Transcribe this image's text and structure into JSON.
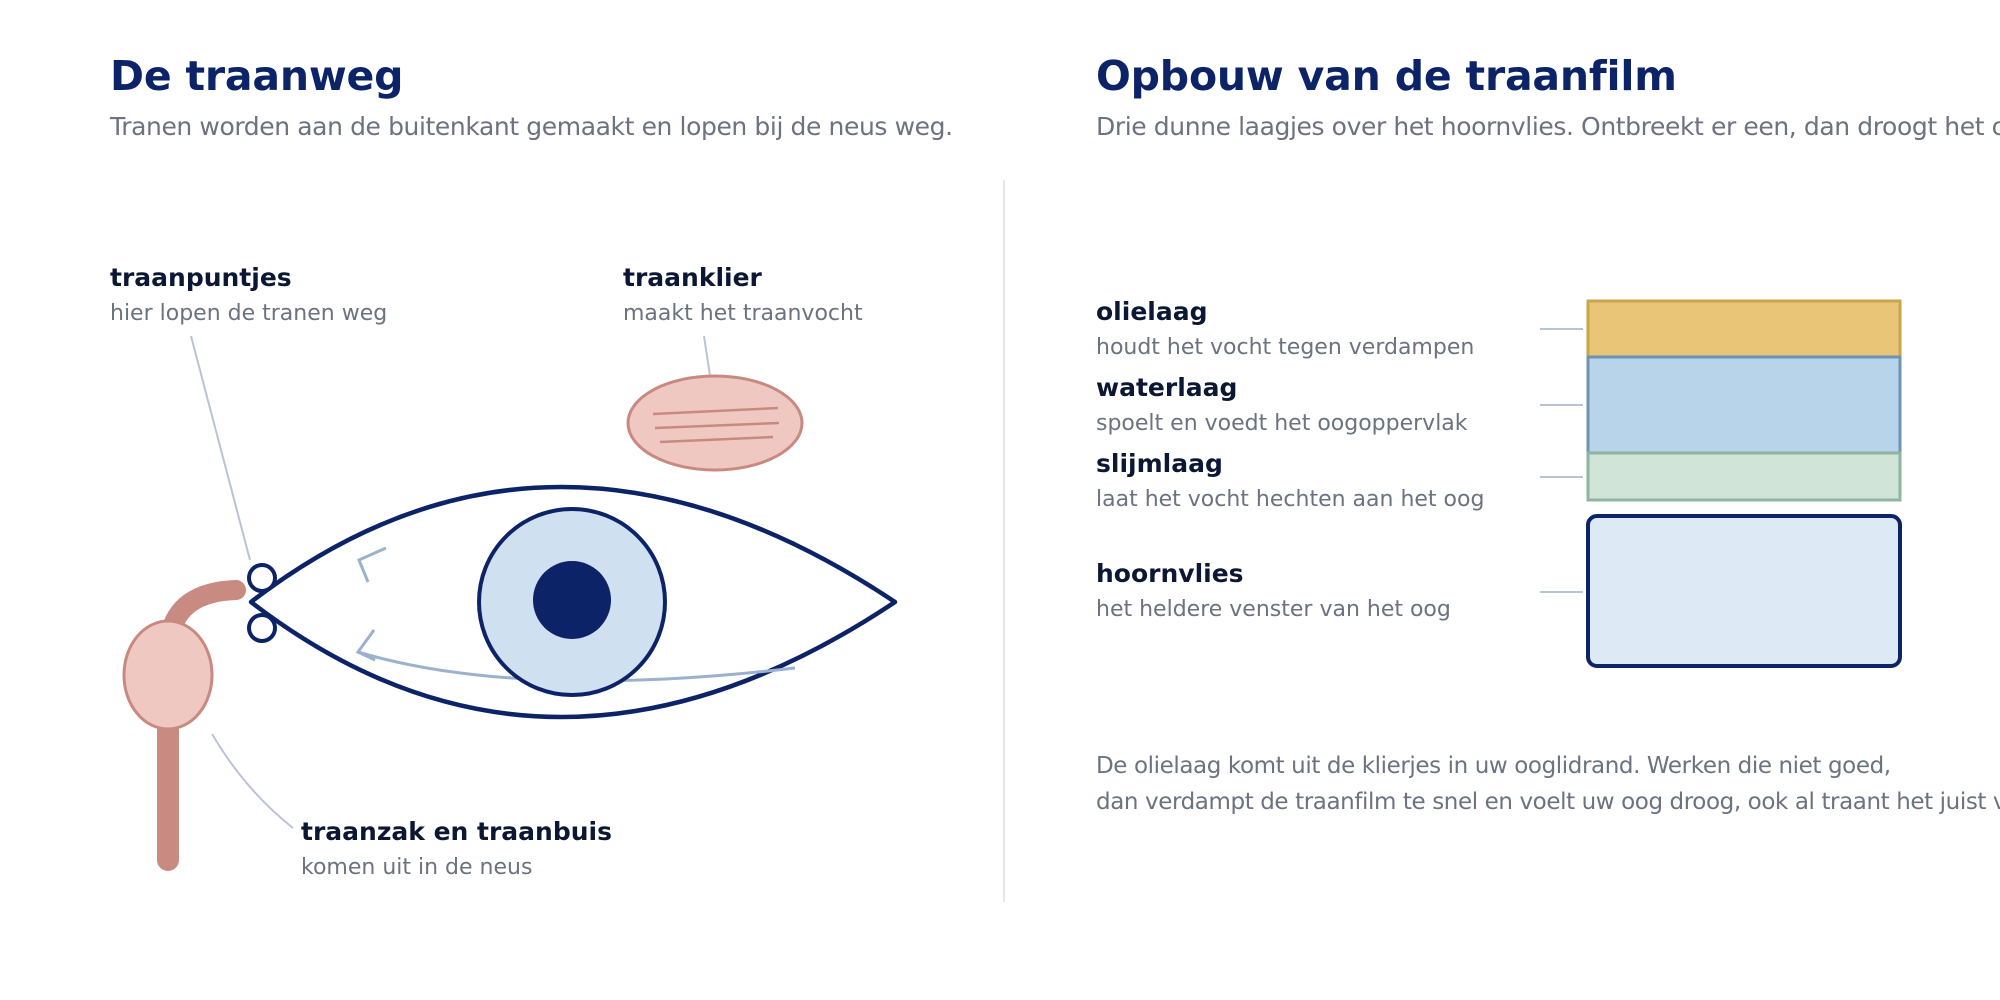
{
  "left": {
    "title": "De traanweg",
    "subtitle": "Tranen worden aan de buitenkant gemaakt en lopen bij de neus weg.",
    "labels": {
      "puncta": {
        "title": "traanpuntjes",
        "desc": "hier lopen de tranen weg"
      },
      "gland": {
        "title": "traanklier",
        "desc": "maakt het traanvocht"
      },
      "sac": {
        "title": "traanzak en traanbuis",
        "desc": "komen uit in de neus"
      }
    }
  },
  "right": {
    "title": "Opbouw van de traanfilm",
    "subtitle": "Drie dunne laagjes over het hoornvlies. Ontbreekt er een, dan droogt het oog uit.",
    "layers": [
      {
        "title": "olielaag",
        "desc": "houdt het vocht tegen verdampen",
        "fill": "#e8c577",
        "stroke": "#c9a54c"
      },
      {
        "title": "waterlaag",
        "desc": "spoelt en voedt het oogoppervlak",
        "fill": "#b7d4ea",
        "stroke": "#6e94b3"
      },
      {
        "title": "slijmlaag",
        "desc": "laat het vocht hechten aan het oog",
        "fill": "#d0e4d8",
        "stroke": "#8fb5a0"
      },
      {
        "title": "hoornvlies",
        "desc": "het heldere venster van het oog",
        "fill": "#ddeaf6",
        "stroke": "#0c2467"
      }
    ],
    "caption": {
      "line1": "De olielaag komt uit de klierjes in uw ooglidrand. Werken die niet goed,",
      "line2": "dan verdampt de traanfilm te snel en voelt uw oog droog, ook al traant het juist veel."
    }
  },
  "colors": {
    "navy": "#0c2467",
    "iris": "#cfe0f1",
    "lash": "#9cb0d0",
    "gland_fill": "#f0c8c2",
    "gland_stroke": "#c88a80",
    "duct": "#c98a82",
    "leader": "#b8c4d6"
  }
}
